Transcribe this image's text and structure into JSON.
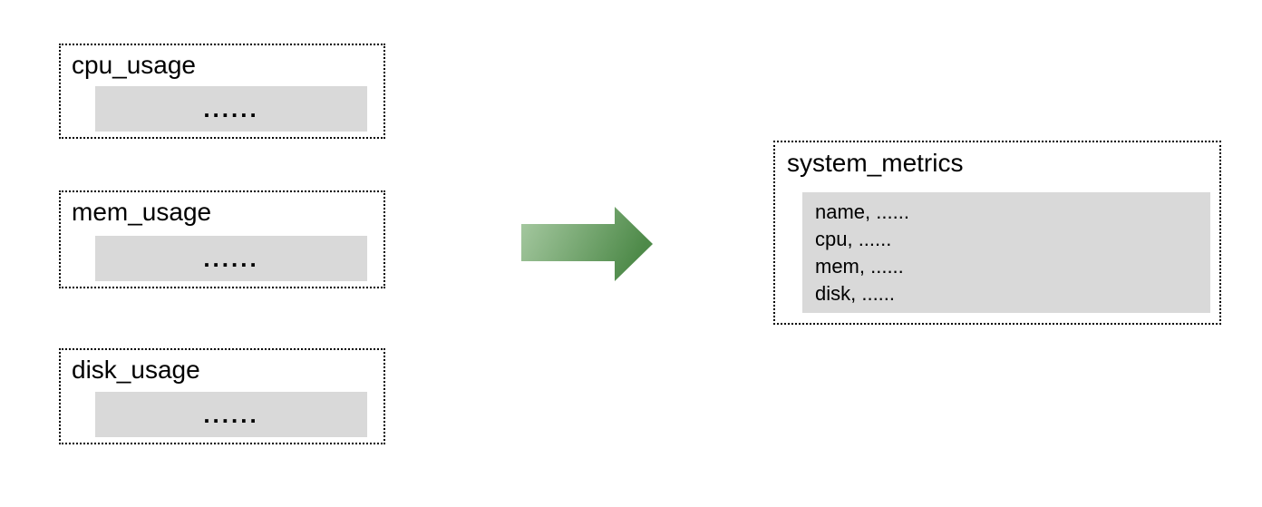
{
  "diagram": {
    "background": "#ffffff",
    "border_color": "#000000",
    "panel_fill": "#d9d9d9",
    "sources": [
      {
        "label": "cpu_usage",
        "body": "......"
      },
      {
        "label": "mem_usage",
        "body": "......"
      },
      {
        "label": "disk_usage",
        "body": "......"
      }
    ],
    "arrow": {
      "direction": "right",
      "color_start": "#a9cba4",
      "color_end": "#4e8a49"
    },
    "target": {
      "label": "system_metrics",
      "rows": [
        "name, ......",
        "cpu, ......",
        "mem, ......",
        "disk, ......"
      ]
    }
  }
}
